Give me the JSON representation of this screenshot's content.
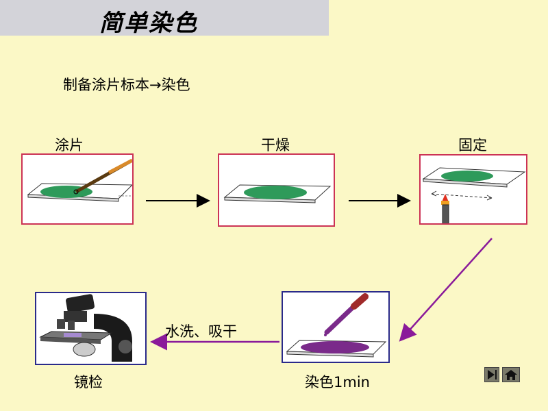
{
  "slide": {
    "title": "简单染色",
    "subtitle": "制备涂片标本→染色"
  },
  "steps": {
    "smear": "涂片",
    "dry": "干燥",
    "fix": "固定",
    "stain": "染色1min",
    "microscope": "镜检"
  },
  "wash_label": "水洗、吸干",
  "colors": {
    "background": "#fbf8c6",
    "title_bar": "#d3d3d9",
    "panel_border_top": "#cc3355",
    "panel_border_bottom": "#2a2a8a",
    "purple_arrow": "#8a1a9a",
    "smear_green": "#2e9a5a",
    "stain_purple": "#7a2a8a"
  },
  "nav": {
    "icons": [
      "play-icon",
      "end-icon",
      "home-icon"
    ]
  }
}
